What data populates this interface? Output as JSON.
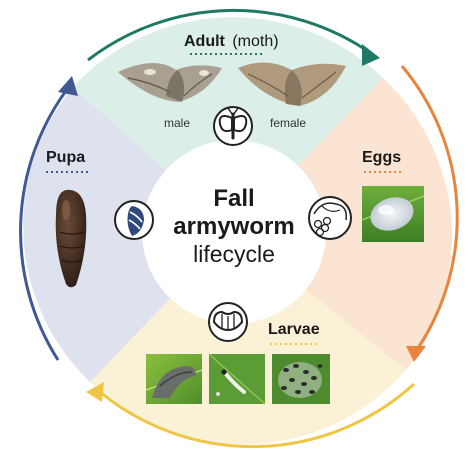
{
  "colors": {
    "adult": "#1e7a64",
    "adult_fill": "#dbeee8",
    "eggs": "#e8843c",
    "eggs_fill": "#fbe4d2",
    "larvae": "#efc644",
    "larvae_fill": "#fbf1d6",
    "pupa": "#3f5a93",
    "pupa_fill": "#dde2ee",
    "icon_stroke": "#222222"
  },
  "center": {
    "line1": "Fall",
    "line2": "armyworm",
    "line3": "lifecycle"
  },
  "stages": {
    "adult": {
      "title": "Adult",
      "subtitle": "(moth)",
      "male_label": "male",
      "female_label": "female",
      "icon": "moth-icon"
    },
    "eggs": {
      "title": "Eggs",
      "icon": "egg-cluster-icon"
    },
    "larvae": {
      "title": "Larvae",
      "icon": "caterpillar-icon"
    },
    "pupa": {
      "title": "Pupa",
      "icon": "chrysalis-icon"
    }
  }
}
